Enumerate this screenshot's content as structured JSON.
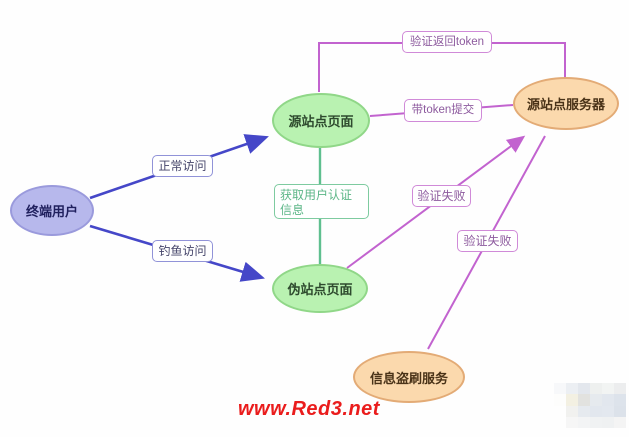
{
  "colors": {
    "user_node_fill": "#b7b8ec",
    "user_node_border": "#9a9adc",
    "page_node_fill": "#b9f2b1",
    "page_node_border": "#90d788",
    "server_node_fill": "#fbd9ad",
    "server_node_border": "#e3ab76",
    "arrow_blue": "#4547c8",
    "line_purple": "#c263cf",
    "line_green": "#5fbf8f",
    "label_blue_border": "#9193d8",
    "label_purple_border": "#d08ad8",
    "label_green_border": "#7ecba0",
    "watermark_red": "#ea1c1c"
  },
  "nodes": {
    "terminal_user": {
      "label": "终端用户"
    },
    "origin_page": {
      "label": "源站点页面"
    },
    "fake_page": {
      "label": "伪站点页面"
    },
    "origin_server": {
      "label": "源站点服务器"
    },
    "theft_service": {
      "label": "信息盗刷服务"
    }
  },
  "edges": {
    "normal_access": {
      "label": "正常访问"
    },
    "phishing_access": {
      "label": "钓鱼访问"
    },
    "token_return": {
      "label": "验证返回token"
    },
    "token_submit": {
      "label": "带token提交"
    },
    "get_auth_info": {
      "label": "获取用户认证信息"
    },
    "verify_fail_1": {
      "label": "验证失败"
    },
    "verify_fail_2": {
      "label": "验证失败"
    }
  },
  "watermark": {
    "text": "www.Red3.net"
  }
}
